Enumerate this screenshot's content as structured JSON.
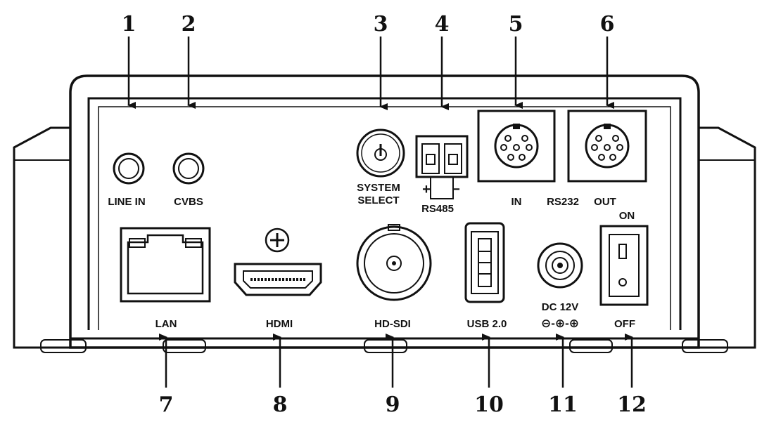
{
  "callouts": [
    "1",
    "2",
    "3",
    "4",
    "5",
    "6",
    "7",
    "8",
    "9",
    "10",
    "11",
    "12"
  ],
  "labels": {
    "line_in": "LINE IN",
    "cvbs": "CVBS",
    "system": "SYSTEM",
    "select": "SELECT",
    "plus": "+",
    "minus": "−",
    "rs485": "RS485",
    "in": "IN",
    "rs232": "RS232",
    "out": "OUT",
    "on": "ON",
    "lan": "LAN",
    "hdmi": "HDMI",
    "hdsdi": "HD-SDI",
    "usb": "USB 2.0",
    "dc": "DC 12V",
    "polarity": "⊖-⊕-⊕",
    "off": "OFF"
  }
}
